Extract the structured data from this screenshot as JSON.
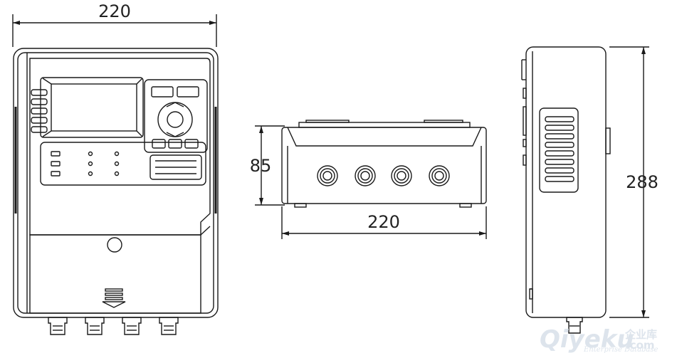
{
  "dimensions": {
    "front_width": "220",
    "side_depth": "85",
    "bottom_width": "220",
    "height": "288"
  },
  "watermark": {
    "brand": "Qiyeku",
    "suffix": ".com",
    "cn": "企业库",
    "sub": "Enterprise Database"
  },
  "colors": {
    "line": "#1a1a1a",
    "watermark": "#dde4ec"
  }
}
